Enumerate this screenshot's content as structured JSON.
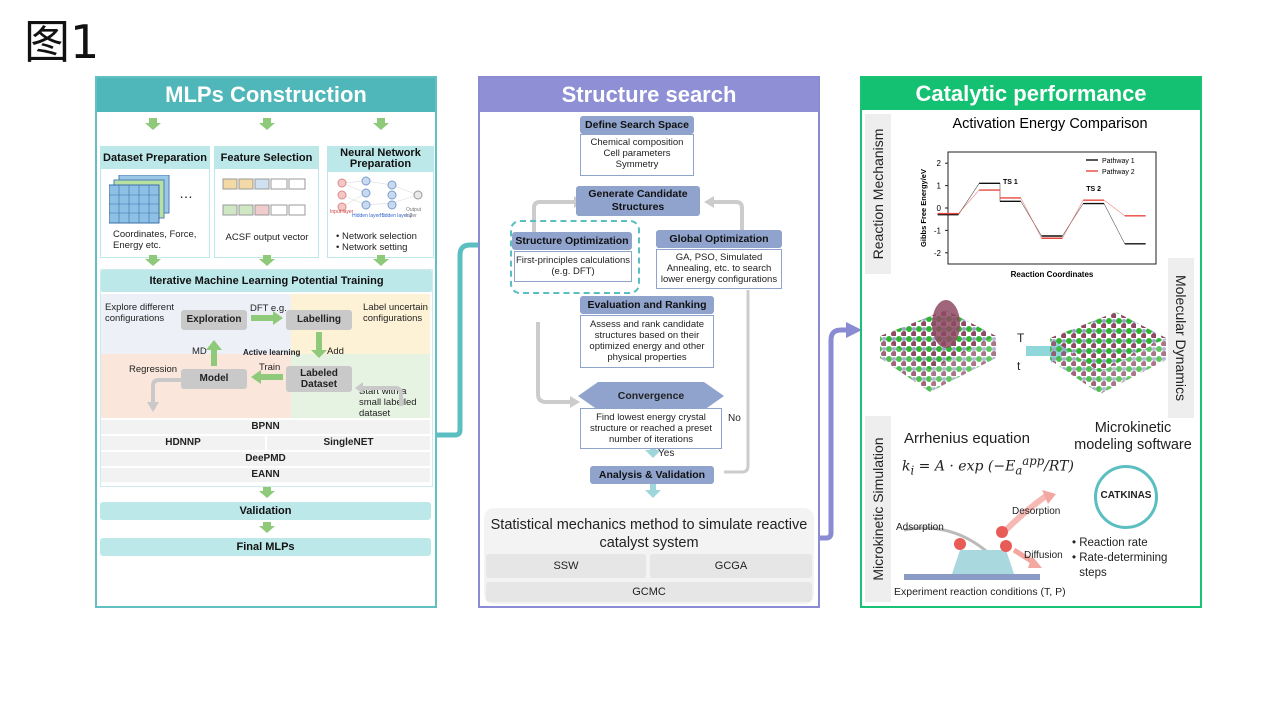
{
  "figure_label": "图1",
  "panel1": {
    "title": "MLPs Construction",
    "dataset_preparation": "Dataset Preparation",
    "feature_selection": "Feature Selection",
    "neural_network_preparation": "Neural Network Preparation",
    "ellipsis": "…",
    "dataset_caption": "Coordinates, Force, Energy etc.",
    "acsf_caption": "ACSF output vector",
    "nn_bullet_1": "Network selection",
    "nn_bullet_2": "Network setting",
    "nn_input": "Input layer",
    "nn_hidden1": "Hidden layer 1",
    "nn_hidden2": "Hidden layer 2",
    "nn_output": "Output layer",
    "iterative_training": "Iterative Machine Learning Potential Training",
    "explore_text": "Explore different configurations",
    "dft_eg": "DFT e.g.",
    "label_uncertain": "Label uncertain configurations",
    "exploration": "Exploration",
    "labelling": "Labelling",
    "md": "MD",
    "active_learning": "Active learning",
    "add": "Add",
    "regression": "Regression",
    "train": "Train",
    "model": "Model",
    "labeled_dataset": "Labeled Dataset",
    "start_small": "Start with a small labelled dataset",
    "bpnn": "BPNN",
    "hdnnp": "HDNNP",
    "singlenet": "SingleNET",
    "deepmd": "DeePMD",
    "eann": "EANN",
    "validation": "Validation",
    "final_mlps": "Final MLPs"
  },
  "panel2": {
    "title": "Structure search",
    "define_space": "Define Search Space",
    "define_space_desc": [
      "Chemical composition",
      "Cell parameters",
      "Symmetry"
    ],
    "generate": "Generate Candidate Structures",
    "structure_opt": "Structure Optimization",
    "structure_opt_desc": "First-principles calculations (e.g. DFT)",
    "global_opt": "Global Optimization",
    "global_opt_desc": "GA, PSO, Simulated Annealing, etc. to search lower energy configurations",
    "evaluation": "Evaluation and Ranking",
    "evaluation_desc": "Assess and rank candidate structures based on their optimized energy and other physical properties",
    "convergence": "Convergence",
    "convergence_desc": "Find lowest energy crystal structure or reached a preset number of iterations",
    "no": "No",
    "yes": "Yes",
    "analysis": "Analysis & Validation",
    "stat_mech": "Statistical mechanics method to simulate reactive catalyst system",
    "ssw": "SSW",
    "gcga": "GCGA",
    "gcmc": "GCMC"
  },
  "panel3": {
    "title": "Catalytic performance",
    "reaction_mechanism": "Reaction Mechanism",
    "molecular_dynamics": "Molecular Dynamics",
    "microkinetic_simulation": "Microkinetic Simulation",
    "temp_label": "T",
    "time_label": "t",
    "arrhenius_title": "Arrhenius equation",
    "microkinetic_software": "Microkinetic modeling software",
    "catkinas": "CATKINAS",
    "adsorption": "Adsorption",
    "desorption": "Desorption",
    "diffusion": "Diffusion",
    "bullet_1": "Reaction rate",
    "bullet_2": "Rate-determining steps",
    "experiment": "Experiment reaction conditions (T, P)"
  },
  "chart_data": {
    "type": "line",
    "title": "Activation Energy Comparison",
    "xlabel": "Reaction Coordinates",
    "ylabel": "Gibbs Free Energy/eV",
    "ylim": [
      -2.5,
      2.5
    ],
    "yticks": [
      -2,
      -1,
      0,
      1,
      2
    ],
    "legend_position": "top-right",
    "annotations": [
      {
        "text": "TS 1",
        "x": 3,
        "y": 0.8
      },
      {
        "text": "TS 2",
        "x": 7,
        "y": 0.5
      }
    ],
    "series": [
      {
        "name": "Pathway 1",
        "color": "#111111",
        "steps": [
          [
            0,
            -0.3
          ],
          [
            2,
            1.1
          ],
          [
            3,
            0.3
          ],
          [
            5,
            -1.25
          ],
          [
            7,
            0.2
          ],
          [
            9,
            -1.6
          ]
        ]
      },
      {
        "name": "Pathway 2",
        "color": "#e8473e",
        "steps": [
          [
            0,
            -0.25
          ],
          [
            2,
            0.8
          ],
          [
            3,
            0.45
          ],
          [
            5,
            -1.35
          ],
          [
            7,
            0.35
          ],
          [
            9,
            -0.35
          ]
        ]
      }
    ]
  },
  "colors": {
    "teal": "#4fb7b9",
    "purple": "#8e8fd4",
    "green": "#14c172",
    "navy_box": "#8fa3cd",
    "arrow_green": "#8fc97a",
    "arrow_teal": "#5bbec0",
    "arrow_purple": "#8b8bd4"
  }
}
